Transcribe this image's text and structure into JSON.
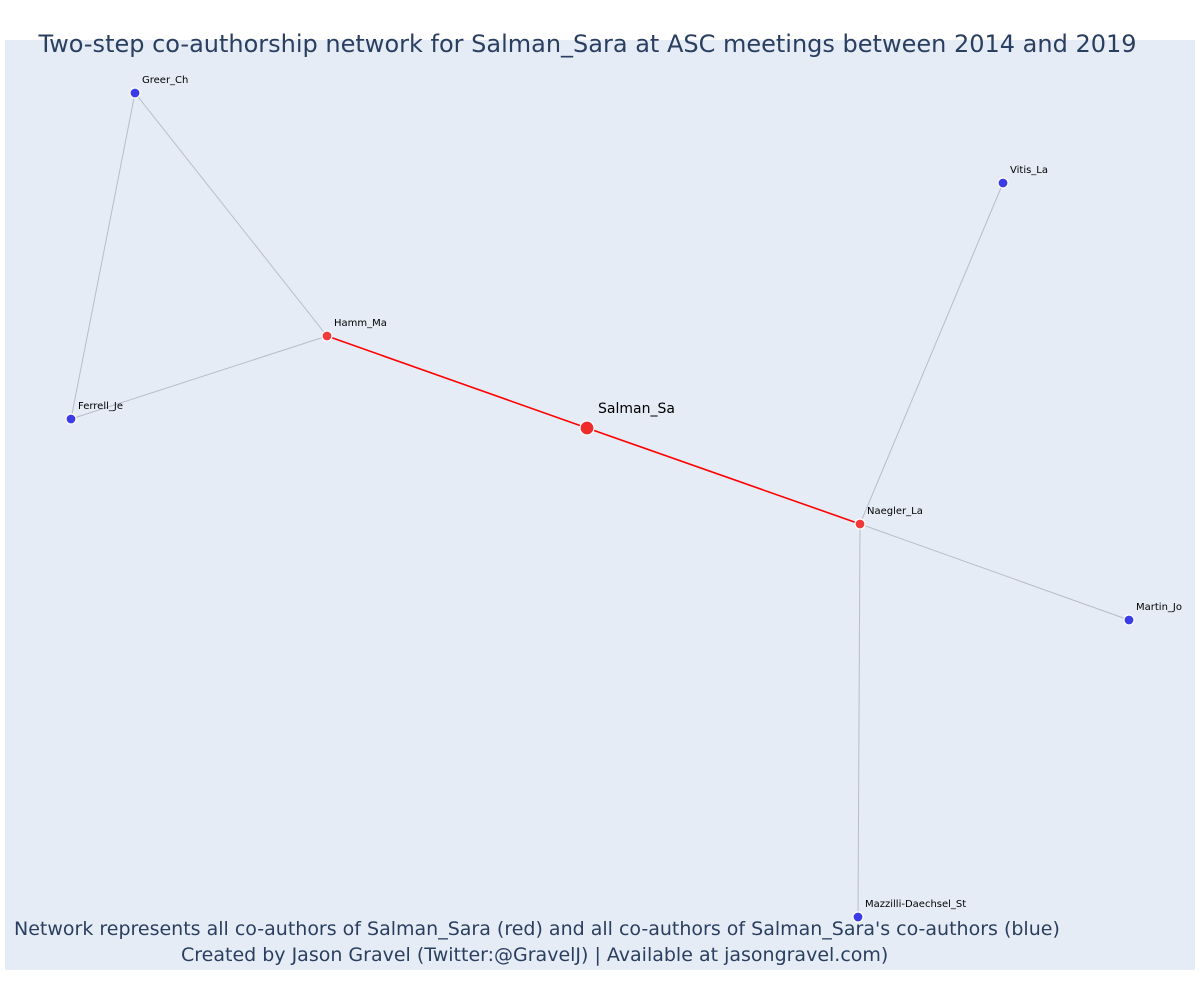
{
  "title": "Two-step co-authorship network for Salman_Sara at ASC meetings between 2014 and 2019",
  "caption": {
    "line1": "Network represents all co-authors of Salman_Sara (red) and all co-authors of Salman_Sara's co-authors (blue)",
    "line2": "Created by Jason Gravel (Twitter:@GravelJ) | Available at jasongravel.com)"
  },
  "colors": {
    "background": "#e5ecf6",
    "focal": "#ef2b2b",
    "coauthor": "#ef3b3b",
    "second_step": "#3b3be8",
    "edge_primary": "#ff0000",
    "edge_secondary": "#b8bccb",
    "text": "#2a3f5f"
  },
  "nodes": [
    {
      "id": "Salman_Sa",
      "label": "Salman_Sa",
      "group": "focal"
    },
    {
      "id": "Hamm_Ma",
      "label": "Hamm_Ma",
      "group": "coauthor"
    },
    {
      "id": "Naegler_La",
      "label": "Naegler_La",
      "group": "coauthor"
    },
    {
      "id": "Greer_Ch",
      "label": "Greer_Ch",
      "group": "second_step"
    },
    {
      "id": "Ferrell_Je",
      "label": "Ferrell_Je",
      "group": "second_step"
    },
    {
      "id": "Vitis_La",
      "label": "Vitis_La",
      "group": "second_step"
    },
    {
      "id": "Martin_Jo",
      "label": "Martin_Jo",
      "group": "second_step"
    },
    {
      "id": "Mazzilli-Daechsel_St",
      "label": "Mazzilli-Daechsel_St",
      "group": "second_step"
    }
  ],
  "edges": [
    {
      "source": "Salman_Sa",
      "target": "Hamm_Ma",
      "type": "primary"
    },
    {
      "source": "Salman_Sa",
      "target": "Naegler_La",
      "type": "primary"
    },
    {
      "source": "Hamm_Ma",
      "target": "Greer_Ch",
      "type": "secondary"
    },
    {
      "source": "Hamm_Ma",
      "target": "Ferrell_Je",
      "type": "secondary"
    },
    {
      "source": "Greer_Ch",
      "target": "Ferrell_Je",
      "type": "secondary"
    },
    {
      "source": "Naegler_La",
      "target": "Vitis_La",
      "type": "secondary"
    },
    {
      "source": "Naegler_La",
      "target": "Martin_Jo",
      "type": "secondary"
    },
    {
      "source": "Naegler_La",
      "target": "Mazzilli-Daechsel_St",
      "type": "secondary"
    }
  ]
}
